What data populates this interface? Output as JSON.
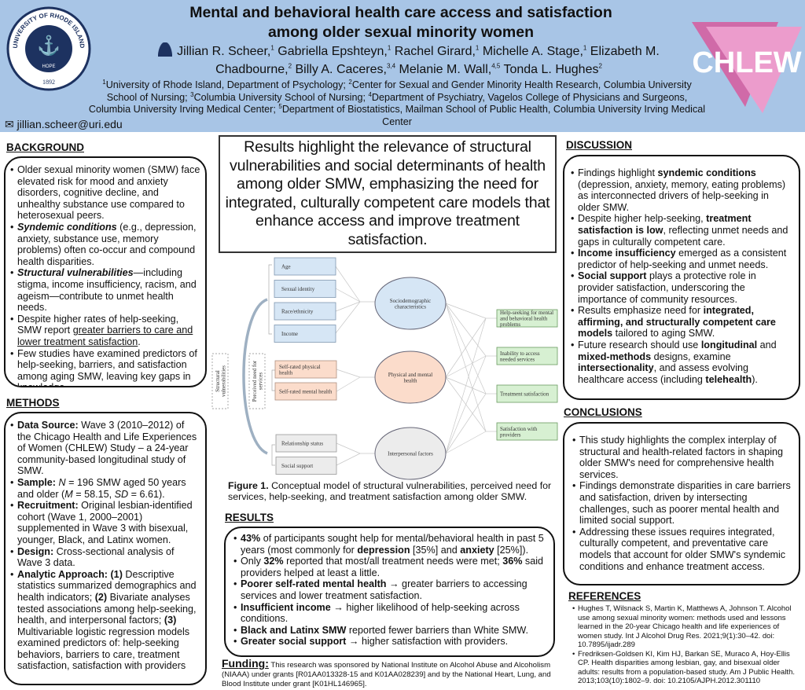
{
  "header": {
    "title_line1": "Mental and behavioral health care access and satisfaction",
    "title_line2": "among older sexual minority women",
    "authors": [
      "Jillian R. Scheer,",
      "1",
      " Gabriella Epshteyn,",
      "1",
      " Rachel Girard,",
      "1",
      " Michelle A. Stage,",
      "1",
      " Elizabeth M. Chadbourne,",
      "2",
      " Billy A. Caceres,",
      "3,4",
      " Melanie M. Wall,",
      "4,5",
      " Tonda L. Hughes",
      "2"
    ],
    "affiliations": [
      "1",
      "University of Rhode Island, Department of Psychology; ",
      "2",
      "Center for Sexual and Gender Minority Health Research, Columbia University School of Nursing; ",
      "3",
      "Columbia University School of Nursing; ",
      "4",
      "Department of Psychiatry, Vagelos College of Physicians and Surgeons, Columbia University Irving Medical Center; ",
      "5",
      "Department of Biostatistics, Mailman School of Public Health, Columbia University Irving Medical Center"
    ],
    "email": "jillian.scheer@uri.edu",
    "seal_ring": "UNIVERSITY OF RHODE ISLAND",
    "seal_motto": "HOPE",
    "seal_year": "1892",
    "logo_text": "CHLEW",
    "colors": {
      "banner": "#a8c5e6",
      "logo_pink": "#e07bb5"
    }
  },
  "background": {
    "title": "BACKGROUND",
    "items": [
      [
        {
          "t": "Older sexual minority women (SMW) face elevated risk for mood and anxiety disorders, cognitive decline, and unhealthy substance use compared to heterosexual peers."
        }
      ],
      [
        {
          "t": "Syndemic conditions",
          "s": "bi"
        },
        {
          "t": " (e.g., depression, anxiety, substance use, memory problems) often co-occur and compound health disparities."
        }
      ],
      [
        {
          "t": "Structural vulnerabilities",
          "s": "bi"
        },
        {
          "t": "—including stigma, income insufficiency, racism, and ageism—contribute to unmet health needs."
        }
      ],
      [
        {
          "t": "Despite higher rates of help-seeking, SMW report "
        },
        {
          "t": "greater barriers to care and lower treatment satisfaction",
          "s": "u"
        },
        {
          "t": "."
        }
      ],
      [
        {
          "t": "Few studies have examined predictors of help-seeking, barriers, and satisfaction among aging SMW, leaving key gaps in knowledge."
        }
      ]
    ]
  },
  "methods": {
    "title": "METHODS",
    "items": [
      [
        {
          "t": "Data Source:",
          "s": "b"
        },
        {
          "t": " Wave 3 (2010–2012) of the Chicago Health and Life Experiences of Women (CHLEW) Study – a 24-year community-based longitudinal study of SMW."
        }
      ],
      [
        {
          "t": "Sample:",
          "s": "b"
        },
        {
          "t": " "
        },
        {
          "t": "N",
          "s": "i"
        },
        {
          "t": " = 196 SMW aged 50 years and older ("
        },
        {
          "t": "M",
          "s": "i"
        },
        {
          "t": " = 58.15, "
        },
        {
          "t": "SD",
          "s": "i"
        },
        {
          "t": " = 6.61)."
        }
      ],
      [
        {
          "t": "Recruitment:",
          "s": "b"
        },
        {
          "t": " Original lesbian-identified cohort (Wave 1, 2000–2001) supplemented in Wave 3 with bisexual, younger, Black, and Latinx women."
        }
      ],
      [
        {
          "t": "Design:",
          "s": "b"
        },
        {
          "t": " Cross-sectional analysis of Wave 3 data."
        }
      ],
      [
        {
          "t": "Analytic Approach: (1)",
          "s": "b"
        },
        {
          "t": " Descriptive statistics summarized demographics and health indicators; "
        },
        {
          "t": "(2)",
          "s": "b"
        },
        {
          "t": " Bivariate analyses tested associations among help-seeking, health, and interpersonal factors; "
        },
        {
          "t": "(3)",
          "s": "b"
        },
        {
          "t": " Multivariable logistic regression models examined predictors of: help-seeking behaviors, barriers to care, treatment satisfaction, satisfaction with providers"
        }
      ]
    ]
  },
  "callout": "Results highlight the relevance of structural vulnerabilities and social determinants of health among older SMW, emphasizing the need for integrated, culturally competent care models that enhance access and improve treatment satisfaction.",
  "figure": {
    "predictors": [
      "Age",
      "Sexual identity",
      "Race/ethnicity",
      "Income"
    ],
    "health_items": [
      [
        "Self-rated physical",
        "health"
      ],
      [
        "Self-rated mental health"
      ]
    ],
    "interpersonal_items": [
      "Relationship status",
      "Social support"
    ],
    "constructs": [
      [
        "Sociodemographic",
        "characteristics"
      ],
      [
        "Physical and mental",
        "health"
      ],
      [
        "Interpersonal factors"
      ]
    ],
    "outcomes": [
      [
        "Help-seeking for mental",
        "and behavioral health",
        "problems"
      ],
      [
        "Inability to access",
        "needed services"
      ],
      [
        "Treatment satisfaction"
      ],
      [
        "Satisfaction with",
        "providers"
      ]
    ],
    "side_labels": {
      "structural": [
        "Structural",
        "vulnerabilities"
      ],
      "perceived": [
        "Perceived need for",
        "services"
      ]
    },
    "caption_label": "Figure 1.",
    "caption": " Conceptual model of structural vulnerabilities, perceived need for services, help-seeking, and treatment satisfaction among older SMW.",
    "colors": {
      "blue": "#d6e6f5",
      "orange": "#fbdccb",
      "grey": "#ececec",
      "green": "#d7f0d2"
    }
  },
  "results": {
    "title": "RESULTS",
    "items": [
      [
        {
          "t": "43%",
          "s": "b"
        },
        {
          "t": " of participants sought help for mental/behavioral health in past 5 years (most commonly for "
        },
        {
          "t": "depression",
          "s": "b"
        },
        {
          "t": " [35%] and "
        },
        {
          "t": "anxiety",
          "s": "b"
        },
        {
          "t": " [25%])."
        }
      ],
      [
        {
          "t": "Only "
        },
        {
          "t": "32%",
          "s": "b"
        },
        {
          "t": " reported that most/all treatment needs were met; "
        },
        {
          "t": "36%",
          "s": "b"
        },
        {
          "t": " said providers helped at least a little."
        }
      ],
      [
        {
          "t": "Poorer self-rated mental health",
          "s": "b"
        },
        {
          "t": " → greater barriers to accessing services and lower treatment satisfaction."
        }
      ],
      [
        {
          "t": "Insufficient income",
          "s": "b"
        },
        {
          "t": " → higher likelihood of help-seeking across conditions."
        }
      ],
      [
        {
          "t": "Black and Latinx SMW",
          "s": "b"
        },
        {
          "t": " reported fewer barriers than White SMW."
        }
      ],
      [
        {
          "t": "Greater social support",
          "s": "b"
        },
        {
          "t": " → higher satisfaction with providers."
        }
      ]
    ]
  },
  "funding": {
    "label": "Funding:",
    "text": " This research was sponsored by National Institute on Alcohol Abuse and Alcoholism (NIAAA) under grants [R01AA013328-15 and K01AA028239] and by the National Heart, Lung, and Blood Institute under grant [K01HL146965]."
  },
  "discussion": {
    "title": "DISCUSSION",
    "items": [
      [
        {
          "t": "Findings highlight "
        },
        {
          "t": "syndemic conditions",
          "s": "b"
        },
        {
          "t": " (depression, anxiety, memory, eating problems) as interconnected drivers of help-seeking in older SMW."
        }
      ],
      [
        {
          "t": "Despite higher help-seeking, "
        },
        {
          "t": "treatment satisfaction is low",
          "s": "b"
        },
        {
          "t": ", reflecting unmet needs and gaps in culturally competent care."
        }
      ],
      [
        {
          "t": "Income insufficiency",
          "s": "b"
        },
        {
          "t": " emerged as a consistent predictor of help-seeking and unmet needs."
        }
      ],
      [
        {
          "t": "Social support",
          "s": "b"
        },
        {
          "t": " plays a protective role in provider satisfaction, underscoring the importance of community resources."
        }
      ],
      [
        {
          "t": "Results emphasize need for "
        },
        {
          "t": "integrated, affirming, and structurally competent care models",
          "s": "b"
        },
        {
          "t": " tailored to aging SMW."
        }
      ],
      [
        {
          "t": "Future research should use "
        },
        {
          "t": "longitudinal",
          "s": "b"
        },
        {
          "t": " and "
        },
        {
          "t": "mixed-methods",
          "s": "b"
        },
        {
          "t": " designs, examine "
        },
        {
          "t": "intersectionality",
          "s": "b"
        },
        {
          "t": ", and assess evolving healthcare access (including "
        },
        {
          "t": "telehealth",
          "s": "b"
        },
        {
          "t": ")."
        }
      ]
    ]
  },
  "conclusions": {
    "title": "CONCLUSIONS",
    "items": [
      [
        {
          "t": "This study highlights the complex interplay of structural and health-related factors in shaping older SMW's need for comprehensive health services."
        }
      ],
      [
        {
          "t": "Findings demonstrate disparities in care barriers and satisfaction, driven by intersecting challenges, such as poorer mental health and limited social support."
        }
      ],
      [
        {
          "t": "Addressing these issues requires integrated, culturally competent, and preventative care models that account for older SMW's syndemic conditions and enhance treatment access."
        }
      ]
    ]
  },
  "references": {
    "title": "REFERENCES",
    "items": [
      "Hughes T, Wilsnack S, Martin K, Matthews A, Johnson T. Alcohol use among sexual minority women: methods used and lessons learned in the 20-year Chicago health and life experiences of women study. Int J Alcohol Drug Res. 2021;9(1):30–42. doi: 10.7895/ijadr.289",
      "Fredriksen-Goldsen KI, Kim HJ, Barkan SE, Muraco A, Hoy-Ellis CP. Health disparities among lesbian, gay, and bisexual older adults: results from a population-based study. Am J Public Health. 2013;103(10):1802–9. doi: 10.2105/AJPH.2012.301110"
    ]
  }
}
